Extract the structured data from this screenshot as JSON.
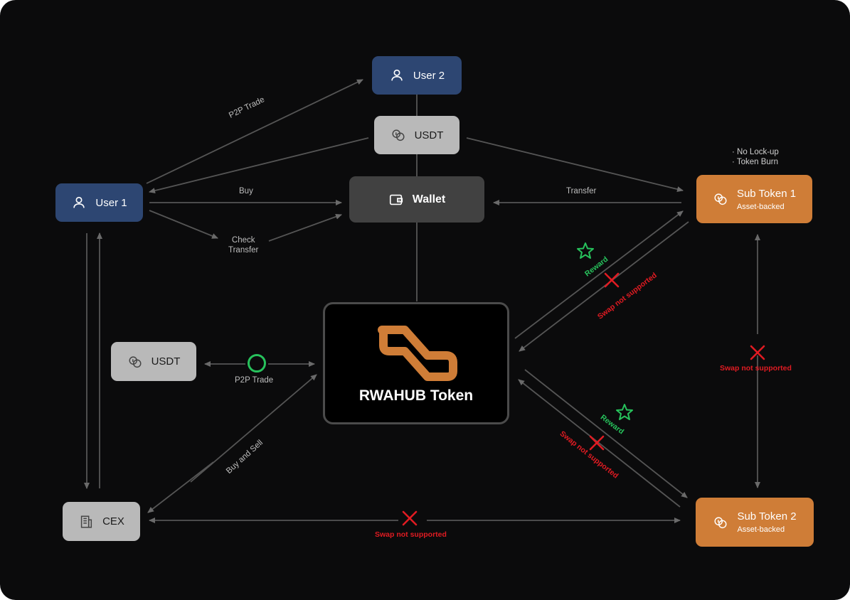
{
  "nodes": {
    "user1": {
      "label": "User 1"
    },
    "user2": {
      "label": "User 2"
    },
    "usdt_top": {
      "label": "USDT"
    },
    "wallet": {
      "label": "Wallet"
    },
    "usdt_left": {
      "label": "USDT"
    },
    "cex": {
      "label": "CEX"
    },
    "sub1": {
      "label": "Sub Token 1",
      "sublabel": "Asset-backed"
    },
    "sub2": {
      "label": "Sub Token 2",
      "sublabel": "Asset-backed"
    },
    "center": {
      "label": "RWAHUB Token"
    }
  },
  "notes": [
    "· No Lock-up",
    "· Token Burn"
  ],
  "edges": {
    "p2p_trade_top": "P2P Trade",
    "buy": "Buy",
    "check_transfer": "Check\nTransfer",
    "transfer": "Transfer",
    "p2p_trade_mid": "P2P Trade",
    "buy_and_sell": "Buy and Sell",
    "reward_1": "Reward",
    "swap_1": "Swap not supported",
    "swap_vertical": "Swap not supported",
    "reward_2": "Reward",
    "swap_2": "Swap not supported",
    "swap_bottom": "Swap not supported"
  },
  "colors": {
    "background": "#0b0b0c",
    "user": "#2d4672",
    "token": "#cf7d37",
    "neutral": "#b9b9b9",
    "wallet": "#414141",
    "line": "#555555",
    "reward": "#27c25c",
    "unsupported": "#e11b22"
  },
  "icons": {
    "user": "user-icon",
    "usdt": "coins-icon",
    "wallet": "wallet-icon",
    "cex": "building-icon",
    "token": "coins-icon",
    "logo": "rwahub-logo"
  }
}
